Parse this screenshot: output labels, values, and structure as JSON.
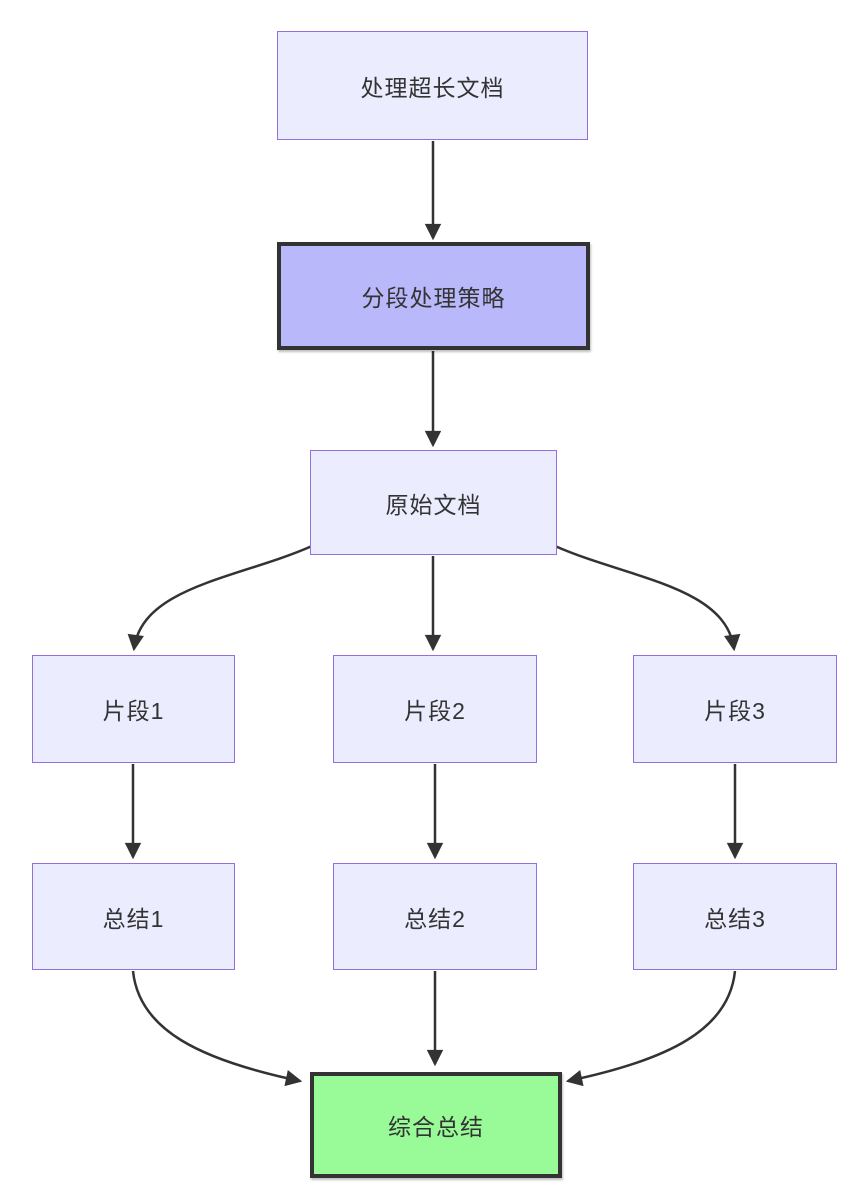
{
  "diagram": {
    "type": "flowchart",
    "direction": "top-down",
    "background": "#ffffff",
    "colors": {
      "node_fill": "#ECECFF",
      "node_border": "#9370DB",
      "highlight_fill": "#B8B8FA",
      "highlight_border": "#333333",
      "result_fill": "#98FB98",
      "result_border": "#333333",
      "edge": "#333333",
      "text": "#333333"
    },
    "nodes": [
      {
        "id": "A",
        "label": "处理超长文档",
        "style": "default"
      },
      {
        "id": "B",
        "label": "分段处理策略",
        "style": "highlight"
      },
      {
        "id": "C",
        "label": "原始文档",
        "style": "default"
      },
      {
        "id": "D1",
        "label": "片段1",
        "style": "default"
      },
      {
        "id": "D2",
        "label": "片段2",
        "style": "default"
      },
      {
        "id": "D3",
        "label": "片段3",
        "style": "default"
      },
      {
        "id": "E1",
        "label": "总结1",
        "style": "default"
      },
      {
        "id": "E2",
        "label": "总结2",
        "style": "default"
      },
      {
        "id": "E3",
        "label": "总结3",
        "style": "default"
      },
      {
        "id": "F",
        "label": "综合总结",
        "style": "result"
      }
    ],
    "edges": [
      {
        "from": "处理超长文档",
        "to": "分段处理策略"
      },
      {
        "from": "分段处理策略",
        "to": "原始文档"
      },
      {
        "from": "原始文档",
        "to": "片段1"
      },
      {
        "from": "原始文档",
        "to": "片段2"
      },
      {
        "from": "原始文档",
        "to": "片段3"
      },
      {
        "from": "片段1",
        "to": "总结1"
      },
      {
        "from": "片段2",
        "to": "总结2"
      },
      {
        "from": "片段3",
        "to": "总结3"
      },
      {
        "from": "总结1",
        "to": "综合总结"
      },
      {
        "from": "总结2",
        "to": "综合总结"
      },
      {
        "from": "总结3",
        "to": "综合总结"
      }
    ]
  }
}
